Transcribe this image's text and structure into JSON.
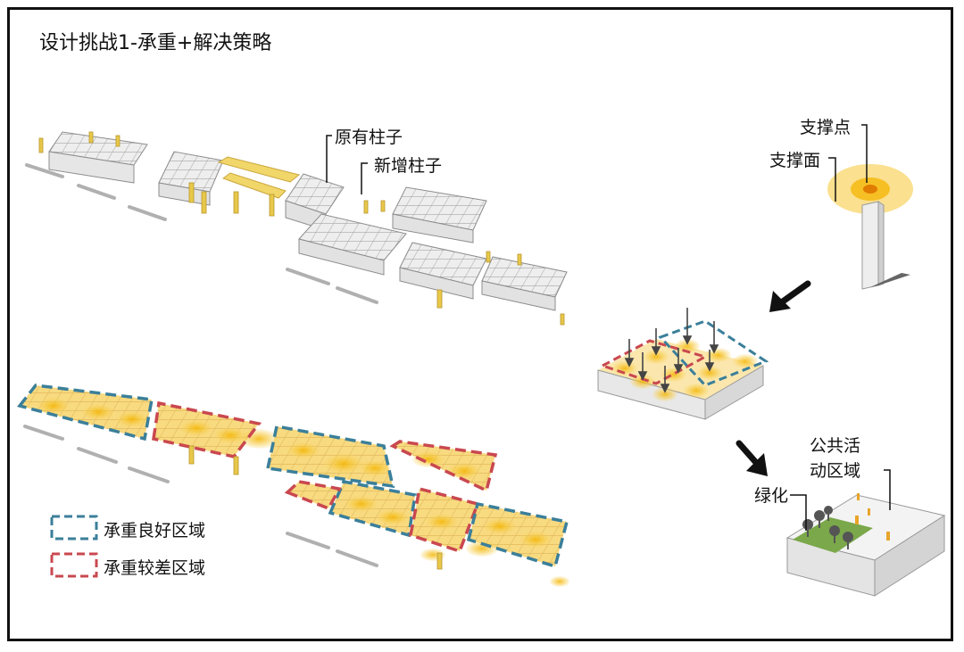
{
  "title": "设计挑战1-承重+解决策略",
  "labels": {
    "original_columns": "原有柱子",
    "new_columns": "新增柱子",
    "support_point": "支撑点",
    "support_surface": "支撑面",
    "greenery": "绿化",
    "public_area_line1": "公共活",
    "public_area_line2": "动区域"
  },
  "legend": [
    {
      "label": "承重良好区域",
      "color": "#3b7f9a"
    },
    {
      "label": "承重较差区域",
      "color": "#c9484f"
    }
  ],
  "colors": {
    "structure": "#c9c9c9",
    "structure_dark": "#9a9a9a",
    "column_yellow": "#e8c84a",
    "halo": "#f6c83a",
    "good_zone": "#3b7f9a",
    "poor_zone": "#c9484f",
    "green": "#7aa84a"
  },
  "icons": [
    "arrow-down-left-icon",
    "arrow-down-right-icon",
    "load-arrow-icon",
    "tree-icon",
    "person-icon"
  ]
}
